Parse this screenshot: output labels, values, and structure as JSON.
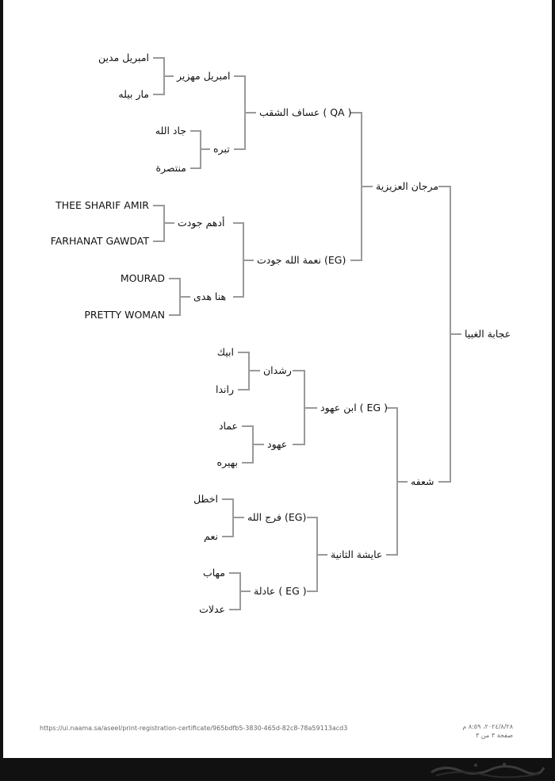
{
  "pedigree": {
    "subject": "عجابة الغبيا",
    "sire": "مرجان العزيزية",
    "dam": "شعفه",
    "sire_sire": "عساف الشقب ( QA )",
    "sire_dam": "نعمة الله جودت (EG)",
    "dam_sire": "ابن عهود ( EG )",
    "dam_dam": "عايشة الثانية",
    "g3": {
      "sss": "امبريل مهزير",
      "ssd": "تبره",
      "sds": "أدهم جودت",
      "sdd": "هنا هدى",
      "dss": "رشدان",
      "dsd": "عهود",
      "dds": "فرج الله (EG)",
      "ddd": "عادلة ( EG )"
    },
    "g4": {
      "ssss": "امبريل مدين",
      "sssd": "مار بيله",
      "ssds": "جاد الله",
      "ssdd": "منتصرة",
      "sdss": "THEE SHARIF AMIR",
      "sdsd": "FARHANAT GAWDAT",
      "sdds": "MOURAD",
      "sddd": "PRETTY WOMAN",
      "dsss": "ابيك",
      "dssd": "راندا",
      "dsds": "عماد",
      "dsdd": "بهيره",
      "ddss": "اخطل",
      "ddsd": "نعم",
      "ddds": "مهاب",
      "dddd": "عدلات"
    }
  },
  "footer": {
    "url": "https://ui.naama.sa/aseel/print-registration-certificate/965bdfb5-3830-465d-82c8-78a59113acd3",
    "datetime": "٢٠٢٤/٨/٢٨، ٨:٥٩ م",
    "page": "صفحة ٣ من ٣"
  },
  "colors": {
    "lines": "#9a9a9a",
    "text": "#111111",
    "background": "#ffffff",
    "frame": "#111111"
  }
}
